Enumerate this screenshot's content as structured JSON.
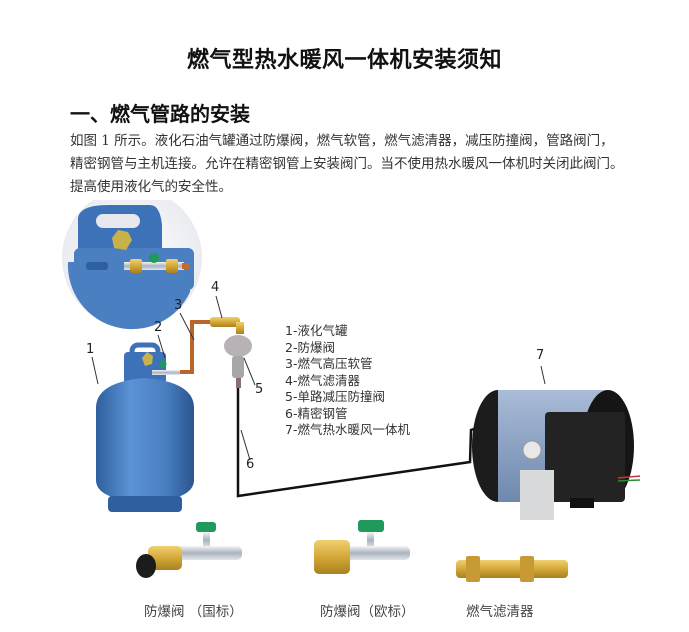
{
  "document": {
    "title": "燃气型热水暖风一体机安装须知",
    "section_heading": "一、燃气管路的安装",
    "intro_lines": [
      "如图 1 所示。液化石油气罐通过防爆阀，燃气软管，燃气滤清器，减压防撞阀，管路阀门，",
      "精密钢管与主机连接。允许在精密钢管上安装阀门。当不使用热水暖风一体机时关闭此阀门。",
      "提高使用液化气的安全性。"
    ]
  },
  "figure": {
    "callouts": [
      "1",
      "2",
      "3",
      "4",
      "5",
      "6",
      "7"
    ],
    "legend": [
      "1-液化气罐",
      "2-防爆阀",
      "3-燃气高压软管",
      "4-燃气滤清器",
      "5-单路减压防撞阀",
      "6-精密钢管",
      "7-燃气热水暖风一体机"
    ],
    "captions": [
      "防爆阀 （国标）",
      "防爆阀（欧标）",
      "燃气滤清器"
    ],
    "colors": {
      "tank_blue": "#4a7fc1",
      "tank_dark": "#2f5f9e",
      "hose_copper": "#b8662a",
      "brass": "#d4a838",
      "valve_green": "#1f9a5a",
      "steel_pipe": "#111111",
      "heater_black": "#1c1c1c",
      "heater_band": "#8fa6c8"
    }
  }
}
